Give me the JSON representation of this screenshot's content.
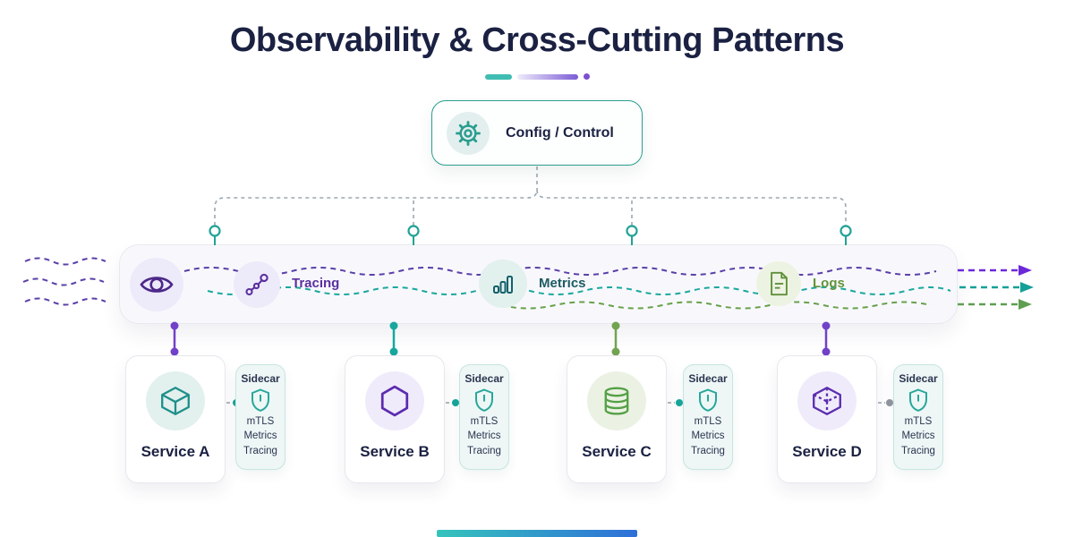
{
  "title": {
    "text": "Observability & Cross-Cutting Patterns"
  },
  "config_box": {
    "label": "Config / Control",
    "icon": "gear-icon"
  },
  "observability_bar": {
    "watcher_icon": "eye-icon",
    "streams": [
      {
        "label": "Tracing",
        "icon": "trace-nodes-icon",
        "color": "#5b2fa0"
      },
      {
        "label": "Metrics",
        "icon": "bar-chart-icon",
        "color": "#1d5a63"
      },
      {
        "label": "Logs",
        "icon": "log-file-icon",
        "color": "#64943c"
      }
    ]
  },
  "services": [
    {
      "name": "Service A",
      "icon": "cube-icon",
      "accent": "#1f8f8a"
    },
    {
      "name": "Service B",
      "icon": "hexagon-icon",
      "accent": "#5b2db0"
    },
    {
      "name": "Service C",
      "icon": "database-icon",
      "accent": "#55a047"
    },
    {
      "name": "Service D",
      "icon": "wireframe-cube-icon",
      "accent": "#5b2db0"
    }
  ],
  "sidecar": {
    "title": "Sidecar",
    "icon": "shield-icon",
    "items": [
      "mTLS",
      "Metrics",
      "Tracing"
    ]
  },
  "colors": {
    "navy": "#1b2142",
    "teal": "#21a295",
    "purple_flow": "#5b3fa8",
    "teal_flow": "#1ba89e",
    "green_flow": "#67a14a",
    "connector_gray": "#9aa8b0"
  }
}
